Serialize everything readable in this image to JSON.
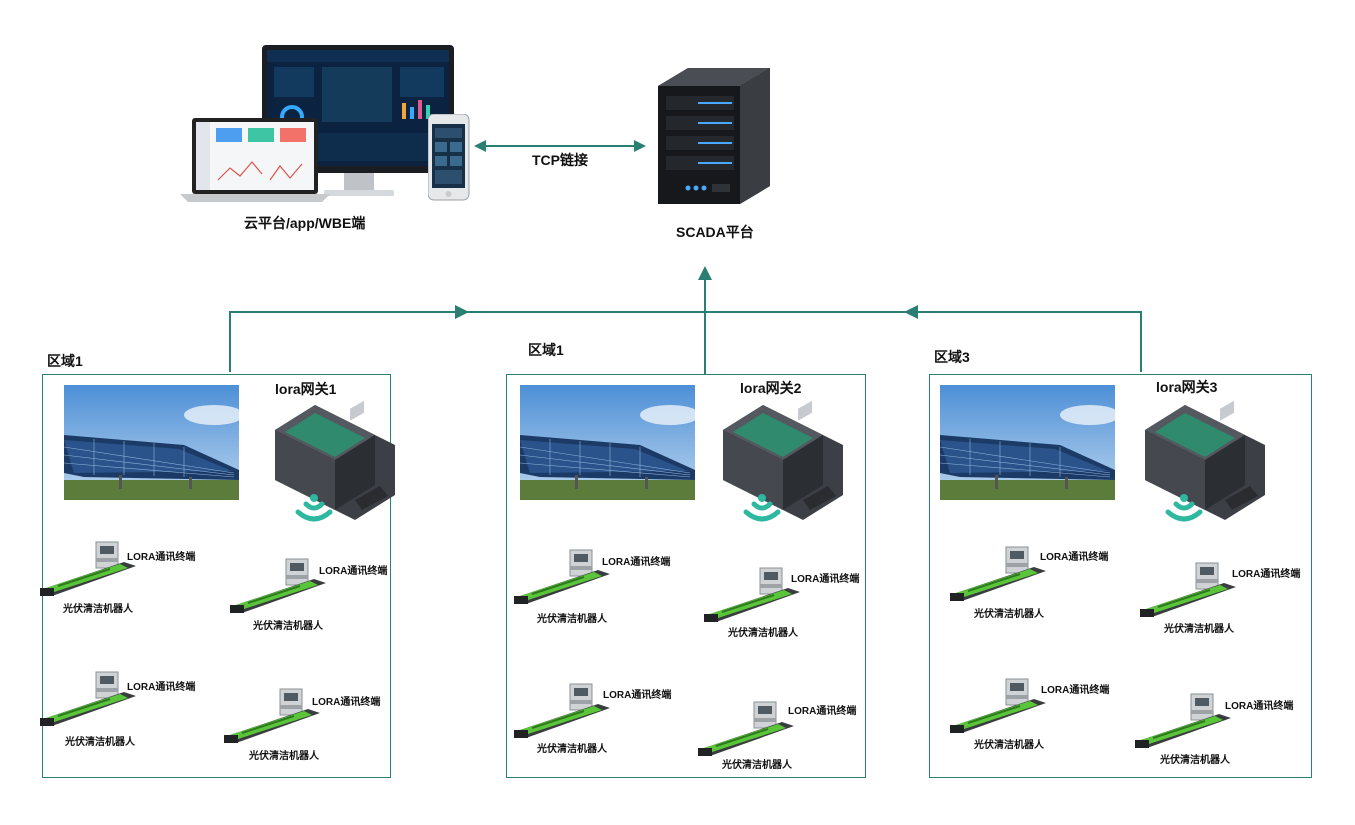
{
  "colors": {
    "connector": "#2a7f73",
    "robot_accent": "#5bc53a",
    "server_glow": "#4aa8ff"
  },
  "top": {
    "cloud_label": "云平台/app/WBE端",
    "link_label": "TCP链接",
    "server_label": "SCADA平台"
  },
  "regions": [
    {
      "title": "区域1",
      "gateway": "lora网关1",
      "units": [
        {
          "terminal": "LORA通讯终端",
          "robot": "光伏清洁机器人"
        },
        {
          "terminal": "LORA通讯终端",
          "robot": "光伏清洁机器人"
        },
        {
          "terminal": "LORA通讯终端",
          "robot": "光伏清洁机器人"
        },
        {
          "terminal": "LORA通讯终端",
          "robot": "光伏清洁机器人"
        }
      ]
    },
    {
      "title": "区域1",
      "gateway": "lora网关2",
      "units": [
        {
          "terminal": "LORA通讯终端",
          "robot": "光伏清洁机器人"
        },
        {
          "terminal": "LORA通讯终端",
          "robot": "光伏清洁机器人"
        },
        {
          "terminal": "LORA通讯终端",
          "robot": "光伏清洁机器人"
        },
        {
          "terminal": "LORA通讯终端",
          "robot": "光伏清洁机器人"
        }
      ]
    },
    {
      "title": "区域3",
      "gateway": "lora网关3",
      "units": [
        {
          "terminal": "LORA通讯终端",
          "robot": "光伏清洁机器人"
        },
        {
          "terminal": "LORA通讯终端",
          "robot": "光伏清洁机器人"
        },
        {
          "terminal": "LORA通讯终端",
          "robot": "光伏清洁机器人"
        },
        {
          "terminal": "LORA通讯终端",
          "robot": "光伏清洁机器人"
        }
      ]
    }
  ]
}
